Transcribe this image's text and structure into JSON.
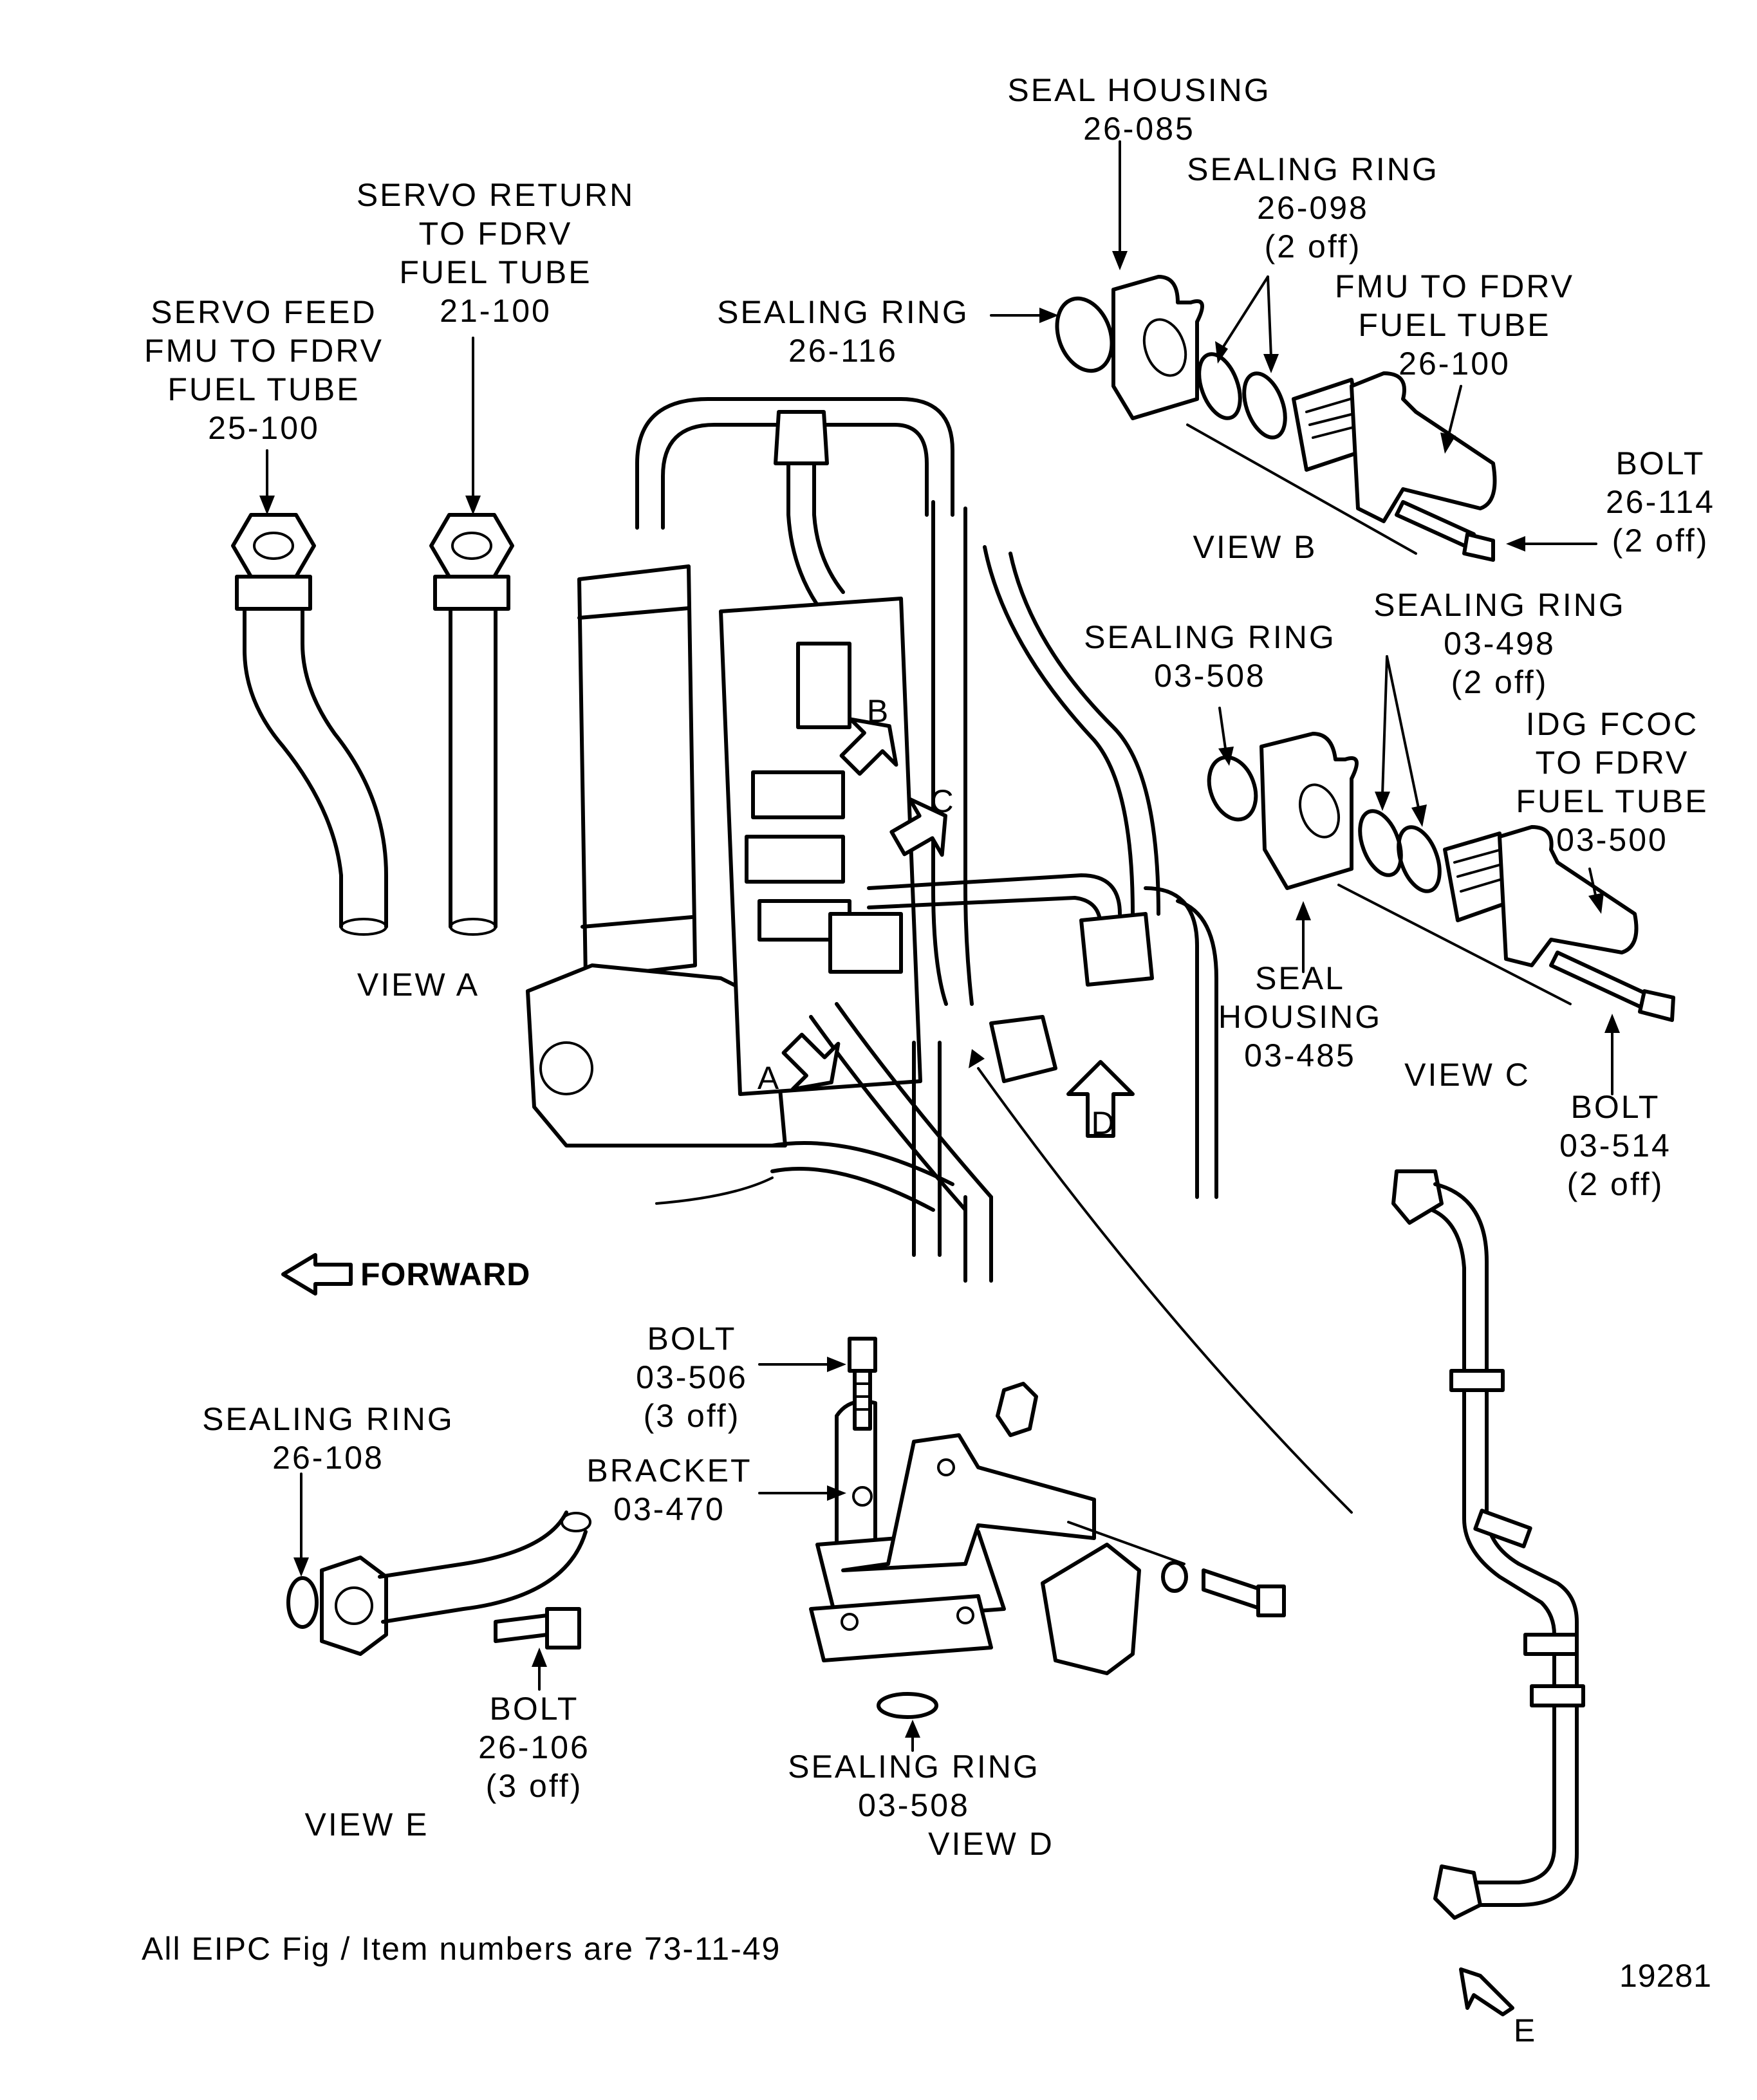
{
  "figure_number": "19281",
  "footnote": "All EIPC Fig / Item numbers are 73-11-49",
  "direction": {
    "label": "FORWARD"
  },
  "view_letters": {
    "A": "A",
    "B": "B",
    "C": "C",
    "D": "D",
    "E": "E"
  },
  "views": {
    "A": {
      "title": "VIEW A",
      "callouts": [
        {
          "lines": [
            "SERVO FEED",
            "FMU TO FDRV",
            "FUEL TUBE",
            "25-100"
          ]
        },
        {
          "lines": [
            "SERVO RETURN",
            "TO FDRV",
            "FUEL TUBE",
            "21-100"
          ]
        }
      ]
    },
    "B": {
      "title": "VIEW B",
      "callouts": [
        {
          "lines": [
            "SEAL HOUSING",
            "26-085"
          ]
        },
        {
          "lines": [
            "SEALING RING",
            "26-098",
            "(2 off)"
          ]
        },
        {
          "lines": [
            "SEALING RING",
            "26-116"
          ]
        },
        {
          "lines": [
            "FMU TO FDRV",
            "FUEL TUBE",
            "26-100"
          ]
        },
        {
          "lines": [
            "BOLT",
            "26-114",
            "(2 off)"
          ]
        }
      ]
    },
    "C": {
      "title": "VIEW C",
      "callouts": [
        {
          "lines": [
            "SEALING RING",
            "03-508"
          ]
        },
        {
          "lines": [
            "SEALING RING",
            "03-498",
            "(2 off)"
          ]
        },
        {
          "lines": [
            "IDG FCOC",
            "TO FDRV",
            "FUEL TUBE",
            "03-500"
          ]
        },
        {
          "lines": [
            "SEAL",
            "HOUSING",
            "03-485"
          ]
        },
        {
          "lines": [
            "BOLT",
            "03-514",
            "(2 off)"
          ]
        }
      ]
    },
    "D": {
      "title": "VIEW D",
      "callouts": [
        {
          "lines": [
            "BOLT",
            "03-506",
            "(3 off)"
          ]
        },
        {
          "lines": [
            "BRACKET",
            "03-470"
          ]
        },
        {
          "lines": [
            "SEALING RING",
            "03-508"
          ]
        }
      ]
    },
    "E": {
      "title": "VIEW E",
      "callouts": [
        {
          "lines": [
            "SEALING RING",
            "26-108"
          ]
        },
        {
          "lines": [
            "BOLT",
            "26-106",
            "(3 off)"
          ]
        }
      ]
    }
  }
}
